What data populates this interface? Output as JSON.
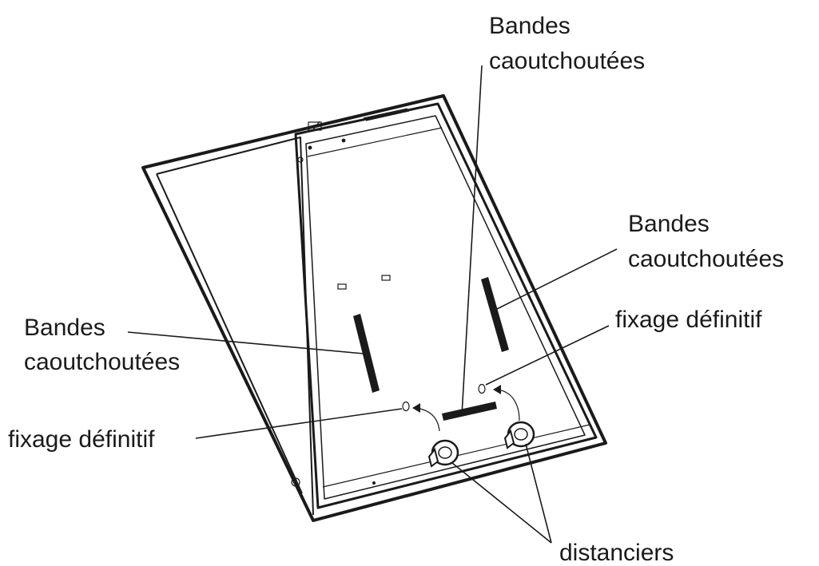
{
  "labels": {
    "rubber_strips_top_line1": "Bandes",
    "rubber_strips_top_line2": "caoutchoutées",
    "rubber_strips_right_line1": "Bandes",
    "rubber_strips_right_line2": "caoutchoutées",
    "rubber_strips_left_line1": "Bandes",
    "rubber_strips_left_line2": "caoutchoutées",
    "final_fixing_right": "fixage définitif",
    "final_fixing_left": "fixage définitif",
    "spacers": "distanciers"
  },
  "colors": {
    "ink": "#1a1a1a",
    "background": "#ffffff"
  }
}
